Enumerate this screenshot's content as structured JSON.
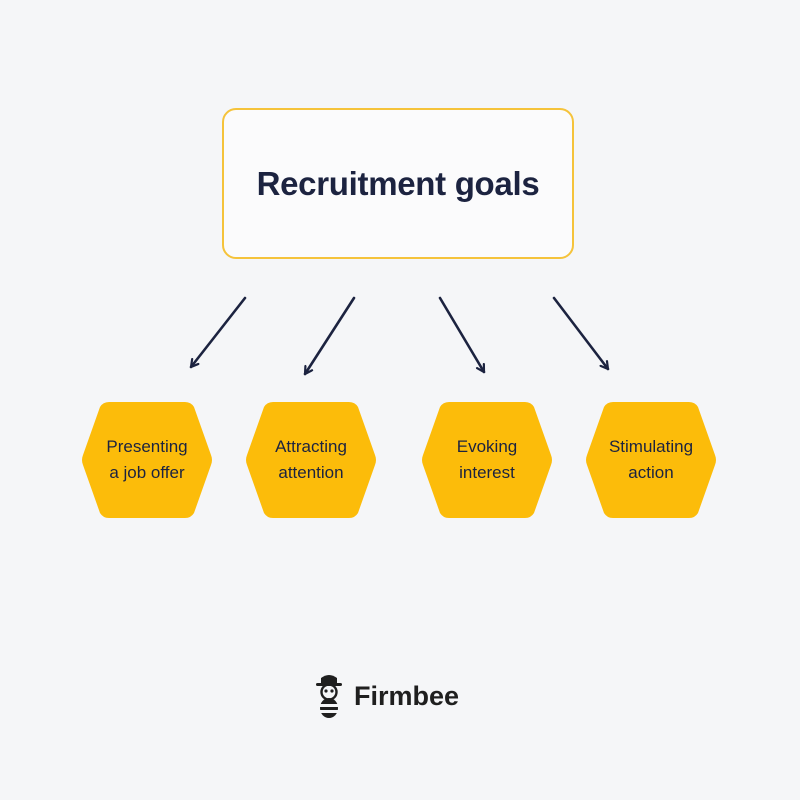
{
  "diagram": {
    "root": {
      "title": "Recruitment goals"
    },
    "nodes": [
      {
        "label": "Presenting\na job offer"
      },
      {
        "label": "Attracting\nattention"
      },
      {
        "label": "Evoking\ninterest"
      },
      {
        "label": "Stimulating\naction"
      }
    ],
    "colors": {
      "hexagon_fill": "#fcbc0a",
      "root_border": "#f5c33b",
      "text": "#1c2340",
      "arrow": "#1c2340",
      "background": "#f5f6f8"
    }
  },
  "brand": {
    "name": "Firmbee",
    "icon": "bee-icon"
  }
}
